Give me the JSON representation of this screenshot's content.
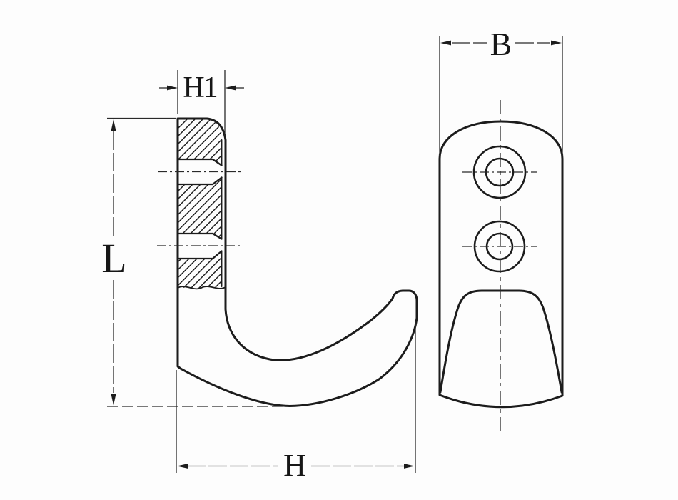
{
  "colors": {
    "background": "#fdfdfd",
    "line": "#1c1c1c",
    "thin_line": "#2a2a2a"
  },
  "views": {
    "side": {
      "labels": {
        "h1": "H1",
        "l": "L",
        "h": "H"
      }
    },
    "front": {
      "labels": {
        "b": "B"
      }
    }
  }
}
